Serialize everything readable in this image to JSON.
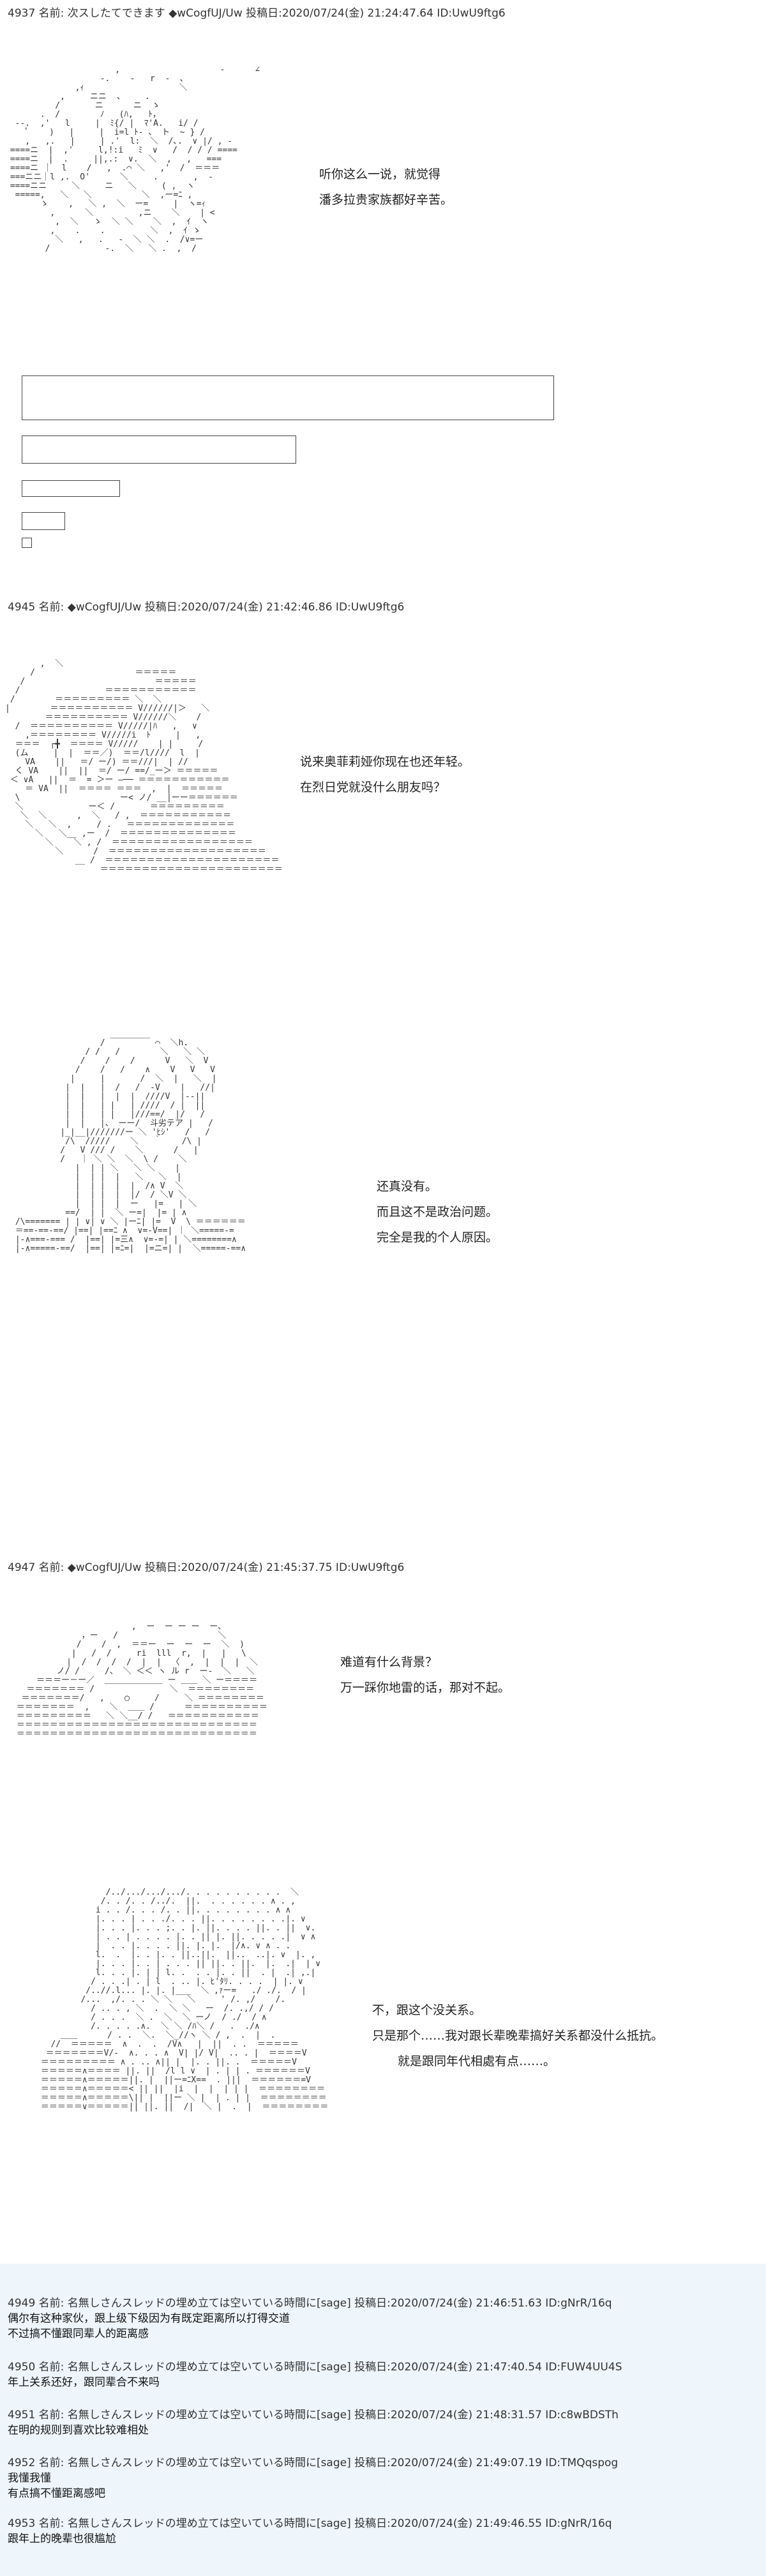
{
  "posts": [
    {
      "header": "4937 名前: 次スしたてできます ◆wCogfUJ/Uw  投稿日:2020/07/24(金) 21:24:47.64 ID:UwU9ftg6",
      "dialog": [
        "听你这么一说，就觉得",
        "潘多拉贵家族都好辛苦。"
      ]
    },
    {
      "header": "4945 名前: ◆wCogfUJ/Uw  投稿日:2020/07/24(金) 21:42:46.86 ID:UwU9ftg6",
      "dialog_a": [
        "说来奥菲莉娅你现在也还年轻。",
        "在烈日党就没什么朋友吗？"
      ],
      "dialog_b": [
        "还真没有。",
        "而且这不是政治问题。",
        "完全是我的个人原因。"
      ]
    },
    {
      "header": "4947 名前: ◆wCogfUJ/Uw  投稿日:2020/07/24(金) 21:45:37.75 ID:UwU9ftg6",
      "dialog_a": [
        "难道有什么背景？",
        "万一踩你地雷的话，那对不起。"
      ],
      "dialog_b": [
        "不，跟这个没关系。",
        "只是那个……我对跟长辈晚辈搞好关系都没什么抵抗。",
        "就是跟同年代相處有点……。"
      ]
    }
  ],
  "replies": [
    {
      "meta": "4949 名前: 名無しさんスレッドの埋め立ては空いている時間に[sage] 投稿日:2020/07/24(金) 21:46:51.63 ID:gNrR/16q",
      "lines": [
        "偶尔有这种家伙，跟上级下级因为有既定距离所以打得交道",
        "不过搞不懂跟同辈人的距离感"
      ]
    },
    {
      "meta": "4950 名前: 名無しさんスレッドの埋め立ては空いている時間に[sage] 投稿日:2020/07/24(金) 21:47:40.54 ID:FUW4UU4S",
      "lines": [
        "年上关系还好，跟同辈合不来吗"
      ]
    },
    {
      "meta": "4951 名前: 名無しさんスレッドの埋め立ては空いている時間に[sage] 投稿日:2020/07/24(金) 21:48:31.57 ID:c8wBDSTh",
      "lines": [
        "在明的规则到喜欢比较难相处"
      ]
    },
    {
      "meta": "4952 名前: 名無しさんスレッドの埋め立ては空いている時間に[sage] 投稿日:2020/07/24(金) 21:49:07.19 ID:TMQqspog",
      "lines": [
        "我懂我懂",
        "有点搞不懂距离感吧"
      ]
    },
    {
      "meta": "4953 名前: 名無しさんスレッドの埋め立ては空いている時間に[sage] 投稿日:2020/07/24(金) 21:49:46.55 ID:gNrR/16q",
      "lines": [
        "跟年上的晚辈也很尴尬"
      ]
    }
  ]
}
